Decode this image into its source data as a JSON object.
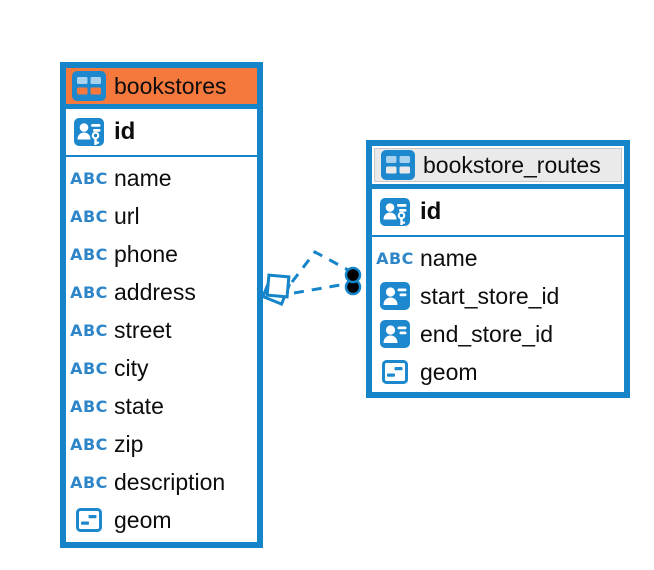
{
  "diagram": {
    "background": "#ffffff",
    "accent_blue": "#1584C8",
    "icon_blue": "#1E88CE",
    "abc_label": "ABC",
    "tables": [
      {
        "name": "bookstores",
        "header_color": "#F5783C",
        "columns": [
          {
            "name": "id",
            "type": "primary-key"
          },
          {
            "name": "name",
            "type": "text"
          },
          {
            "name": "url",
            "type": "text"
          },
          {
            "name": "phone",
            "type": "text"
          },
          {
            "name": "address",
            "type": "text"
          },
          {
            "name": "street",
            "type": "text"
          },
          {
            "name": "city",
            "type": "text"
          },
          {
            "name": "state",
            "type": "text"
          },
          {
            "name": "zip",
            "type": "text"
          },
          {
            "name": "description",
            "type": "text"
          },
          {
            "name": "geom",
            "type": "geometry"
          }
        ]
      },
      {
        "name": "bookstore_routes",
        "header_color": "#EAEAEA",
        "columns": [
          {
            "name": "id",
            "type": "primary-key"
          },
          {
            "name": "name",
            "type": "text"
          },
          {
            "name": "start_store_id",
            "type": "foreign-key"
          },
          {
            "name": "end_store_id",
            "type": "foreign-key"
          },
          {
            "name": "geom",
            "type": "geometry"
          }
        ]
      }
    ],
    "relationships": {
      "from_table": "bookstores",
      "to_table": "bookstore_routes",
      "line_style": "dashed",
      "line_count": 2,
      "from_marker": "overlapping-squares",
      "to_marker": "overlapping-dots",
      "color": "#1584C8"
    }
  }
}
